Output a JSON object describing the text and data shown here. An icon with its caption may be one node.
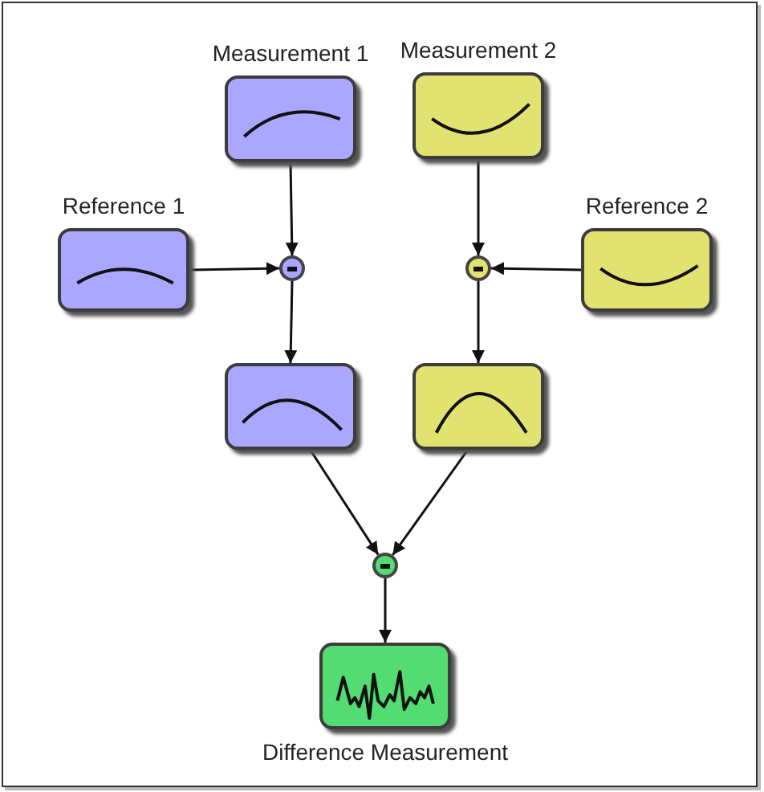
{
  "diagram": {
    "nodes": [
      {
        "text": [
          "Measurement 1"
        ]
      },
      {
        "text": [
          "Measurement 2"
        ]
      },
      {
        "text": [
          "Reference 1"
        ]
      },
      {
        "text": [],
        "shape": "circle"
      },
      {
        "text": [],
        "shape": "circle"
      },
      {
        "text": [
          "Reference 2"
        ]
      },
      {
        "text": [],
        "shape": "box"
      },
      {
        "text": [],
        "shape": "box"
      },
      {
        "text": [],
        "shape": "circle"
      },
      {
        "text": [
          "Difference Measurement"
        ]
      }
    ],
    "edges": [
      {
        "from": 0,
        "to": 3,
        "arrow": "to"
      },
      {
        "from": 2,
        "to": 3,
        "arrow": "to"
      },
      {
        "from": 3,
        "to": 6,
        "arrow": "to"
      },
      {
        "from": 1,
        "to": 4,
        "arrow": "to"
      },
      {
        "from": 5,
        "to": 4,
        "arrow": "to"
      },
      {
        "from": 4,
        "to": 7,
        "arrow": "to"
      },
      {
        "from": 6,
        "to": 8,
        "arrow": "to"
      },
      {
        "from": 7,
        "to": 8,
        "arrow": "to"
      },
      {
        "from": 8,
        "to": 9,
        "arrow": "to"
      }
    ]
  }
}
